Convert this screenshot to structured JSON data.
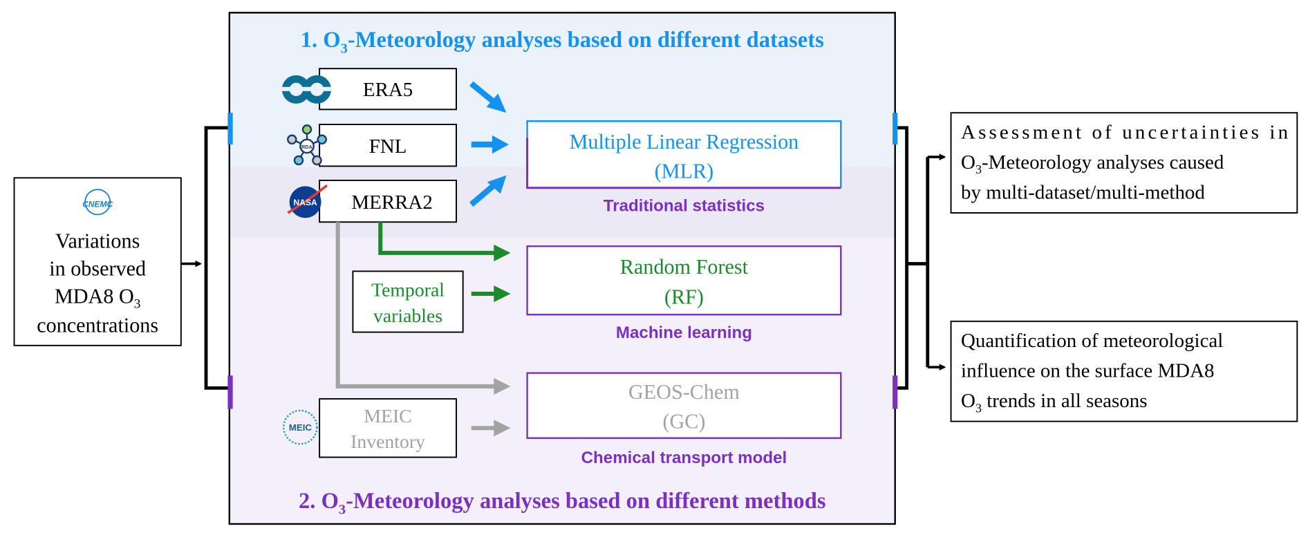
{
  "colors": {
    "blue": "#1592f0",
    "purple": "#7b30bf",
    "green": "#1c8a2c",
    "gray": "#a3a3a3",
    "black": "#000000"
  },
  "input_box": {
    "logo": "CNEMC",
    "lines": [
      "Variations",
      "in observed"
    ],
    "line3_pre": "MDA8 O",
    "line3_sub": "3",
    "line4": "concentrations"
  },
  "section1": {
    "pre": "1. O",
    "sub": "3",
    "post": "-Meteorology analyses based on different datasets"
  },
  "section2": {
    "pre": "2. O",
    "sub": "3",
    "post": "-Meteorology analyses based on different methods"
  },
  "datasets": [
    {
      "label": "ERA5",
      "logo": "ecmwf-logo"
    },
    {
      "label": "FNL",
      "logo": "RDA"
    },
    {
      "label": "MERRA2",
      "logo": "NASA"
    }
  ],
  "temporal": {
    "lines": [
      "Temporal",
      "variables"
    ]
  },
  "meic": {
    "logo": "MEIC",
    "lines": [
      "MEIC",
      "Inventory"
    ]
  },
  "methods": [
    {
      "lines": [
        "Multiple Linear Regression",
        "(MLR)"
      ],
      "category": "Traditional statistics"
    },
    {
      "lines": [
        "Random Forest",
        "(RF)"
      ],
      "category": "Machine learning"
    },
    {
      "lines": [
        "GEOS-Chem",
        "(GC)"
      ],
      "category": "Chemical transport model"
    }
  ],
  "outputs": [
    {
      "line1": "Assessment of  uncertainties in",
      "line2_sub": "3",
      "line2_pre": "O",
      "line2_post": "-Meteorology analyses caused",
      "line3": "by multi-dataset/multi-method"
    },
    {
      "line1": "Quantification of meteorological",
      "line2": "influence on the surface MDA8",
      "line3_pre": "O",
      "line3_sub": "3",
      "line3_post": " trends in all seasons"
    }
  ]
}
